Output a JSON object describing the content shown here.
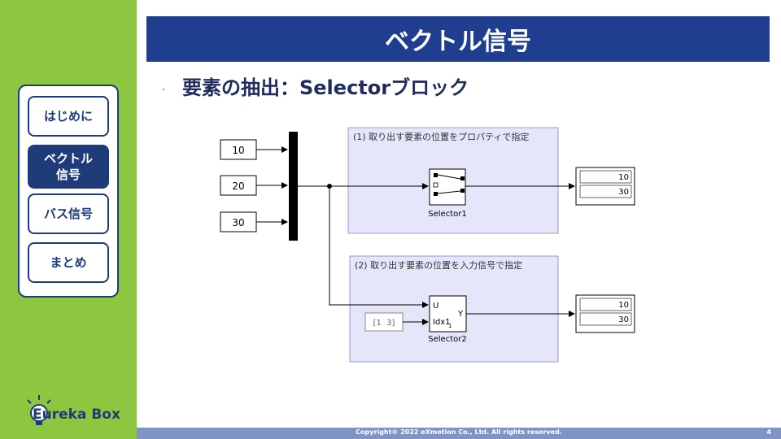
{
  "sidebar": {
    "items": [
      {
        "label": "はじめに",
        "active": false
      },
      {
        "label": "ベクトル\n信号",
        "active": true
      },
      {
        "label": "バス信号",
        "active": false
      },
      {
        "label": "まとめ",
        "active": false
      }
    ],
    "logo": "Eureka Box"
  },
  "slide": {
    "title": "ベクトル信号",
    "bullet": "・",
    "subtitle": "要素の抽出：Selectorブロック"
  },
  "diagram": {
    "constants": [
      "10",
      "20",
      "30"
    ],
    "area1_label": "(1) 取り出す要素の位置をプロパティで指定",
    "area2_label": "(2) 取り出す要素の位置を入力信号で指定",
    "selector1_name": "Selector1",
    "selector2_name": "Selector2",
    "selector2_port_u": "U",
    "selector2_port_idx": "Idx1",
    "selector2_port_idx_sub": "1",
    "selector2_port_y": "Y",
    "index_const": "[1  3]",
    "display1": [
      "10",
      "30"
    ],
    "display2": [
      "10",
      "30"
    ]
  },
  "footer": {
    "copyright": "Copyright© 2022 eXmotion Co., Ltd. All rights reserved.",
    "page": "4"
  },
  "colors": {
    "sidebar": "#8dc63f",
    "navy": "#1f3e8f",
    "area": "#e6e6fa",
    "area_border": "#9b9bc8"
  }
}
